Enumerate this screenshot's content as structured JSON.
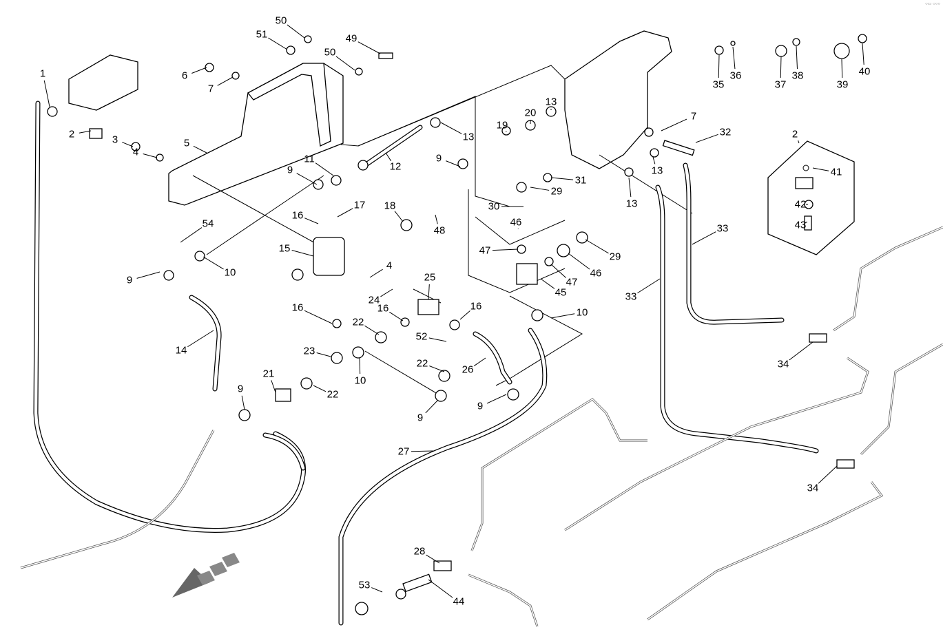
{
  "diagram": {
    "callouts": [
      "1",
      "2",
      "3",
      "4",
      "5",
      "6",
      "7",
      "51",
      "50",
      "50",
      "49",
      "11",
      "9",
      "12",
      "13",
      "9",
      "19",
      "20",
      "13",
      "16",
      "17",
      "18",
      "48",
      "30",
      "29",
      "31",
      "46",
      "29",
      "46",
      "47",
      "47",
      "45",
      "54",
      "10",
      "15",
      "4",
      "24",
      "9",
      "25",
      "16",
      "16",
      "16",
      "22",
      "52",
      "10",
      "26",
      "14",
      "23",
      "21",
      "10",
      "22",
      "22",
      "9",
      "9",
      "9",
      "27",
      "28",
      "53",
      "44",
      "33",
      "33",
      "34",
      "34",
      "13",
      "13",
      "7",
      "32",
      "35",
      "36",
      "37",
      "38",
      "39",
      "40",
      "2",
      "41",
      "42",
      "43"
    ],
    "inset_label": "2",
    "direction_arrow": "arrow-forward-icon",
    "line_color": "#000000",
    "background": "#ffffff"
  }
}
